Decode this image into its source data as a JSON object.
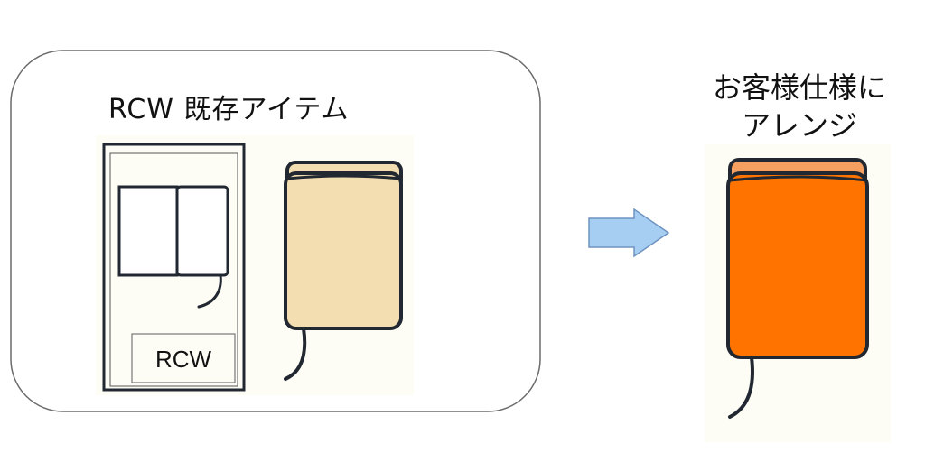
{
  "left_group": {
    "title": "RCW 既存アイテム",
    "package_label": "RCW",
    "book_color": "#f2deb0"
  },
  "arrow": {
    "color": "#a6cdf2",
    "stroke": "#6f93c0"
  },
  "right_group": {
    "title_line1": "お客様仕様に",
    "title_line2": "アレンジ",
    "book_color": "#ff7400",
    "book_top_color": "#f5a060"
  },
  "colors": {
    "outline": "#222831",
    "panel_bg": "#fefdf5"
  }
}
